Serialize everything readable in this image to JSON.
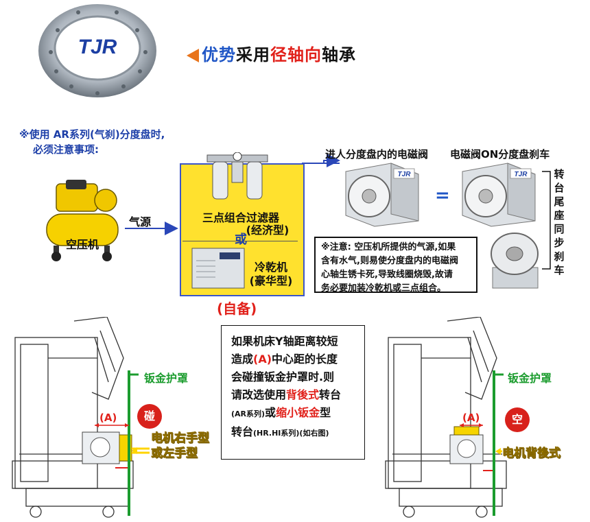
{
  "header": {
    "logo_text": "TJR",
    "title_parts": [
      {
        "text": "优势",
        "color": "blue"
      },
      {
        "text": "采用",
        "color": "dark"
      },
      {
        "text": "径轴向",
        "color": "red"
      },
      {
        "text": "轴承",
        "color": "dark"
      }
    ]
  },
  "notice": {
    "line1": "※使用 AR系列(气刹)分度盘时,",
    "line2": "必须注意事项:"
  },
  "compressor": {
    "label": "空压机",
    "air_label": "气源"
  },
  "supply_box": {
    "filter_label": "三点组合过滤器",
    "filter_sub": "(经济型)",
    "or_label": "或",
    "dryer_label": "冷乾机",
    "dryer_sub": "(豪华型)",
    "self_supply": "(自备)"
  },
  "indexers": {
    "label_left": "进人分度盘内的电磁阀",
    "label_right": "电磁阀ON分度盘刹车",
    "equals": "=",
    "brand": "TJR",
    "tail_label": [
      "转",
      "台",
      "尾",
      "座",
      "同",
      "步",
      "刹",
      "车"
    ]
  },
  "warning": {
    "lines": [
      "※注意: 空压机所提供的气源,如果",
      "含有水气,则易使分度盘内的电磁阀",
      "心轴生锈卡死,导致线圈烧毁,故请",
      "务必要加装冷乾机或三点组合。"
    ]
  },
  "explanation": {
    "line1": "如果机床Y轴距离较短",
    "line2_a": "造成",
    "line2_b": "(A)",
    "line2_c": "中心距的长度",
    "line3": "会碰撞钣金护罩时.则",
    "line4_a": "请改选使用",
    "line4_b": "背後式",
    "line4_c": "转台",
    "line5_a": "(AR系列)",
    "line5_b": "或",
    "line5_c": "缩小钣金",
    "line5_d": "型",
    "line6_a": "转台",
    "line6_b": "(HR.HI系列)(如右图)"
  },
  "machine_left": {
    "guard_label": "钣金护罩",
    "dim_label": "(A)",
    "collision": "碰",
    "motor_label_1": "电机右手型",
    "motor_label_2": "或左手型"
  },
  "machine_right": {
    "guard_label": "钣金护罩",
    "dim_label": "(A)",
    "clearance": "空",
    "motor_label": "电机背後式"
  },
  "colors": {
    "blue": "#1f56c6",
    "red": "#e1211b",
    "orange": "#e8741c",
    "yellow": "#ffe12e",
    "green": "#1b9c2e",
    "navy": "#1d3fa8"
  }
}
